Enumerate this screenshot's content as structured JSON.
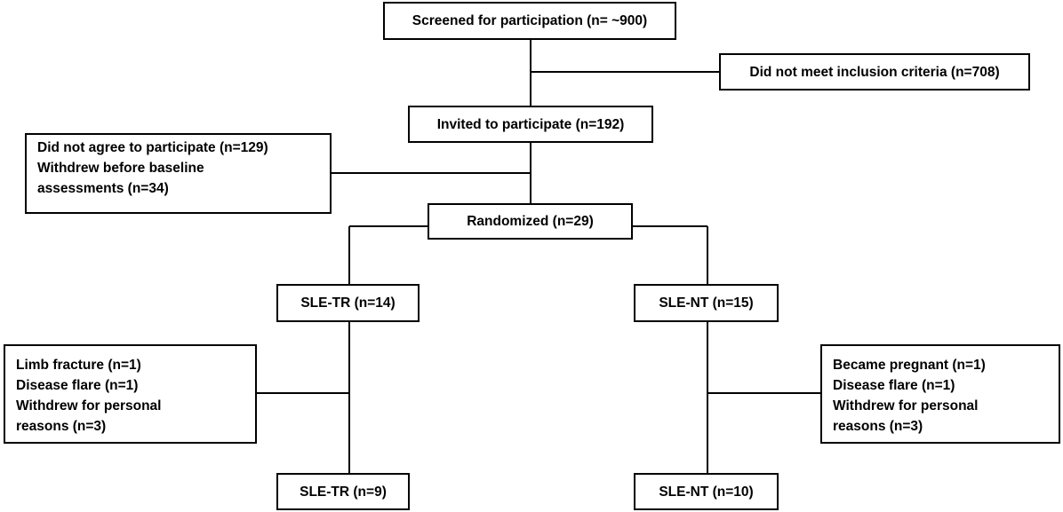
{
  "flowchart": {
    "screened": "Screened for participation (n= ~900)",
    "excluded": "Did not meet inclusion criteria (n=708)",
    "invited": "Invited to participate (n=192)",
    "declined": {
      "lines": [
        "Did not agree to participate (n=129)",
        "Withdrew before baseline",
        "assessments (n=34)"
      ]
    },
    "randomized": "Randomized (n=29)",
    "arm_tr": {
      "allocated": "SLE-TR (n=14)",
      "lost": {
        "lines": [
          "Limb fracture (n=1)",
          "Disease flare (n=1)",
          "Withdrew for personal",
          "reasons (n=3)"
        ]
      },
      "completed": "SLE-TR (n=9)"
    },
    "arm_nt": {
      "allocated": "SLE-NT (n=15)",
      "lost": {
        "lines": [
          "Became pregnant (n=1)",
          "Disease flare (n=1)",
          "Withdrew for personal",
          "reasons (n=3)"
        ]
      },
      "completed": "SLE-NT (n=10)"
    }
  },
  "colors": {
    "box_border": "#000000",
    "line": "#000000",
    "text": "#000000",
    "background": "#ffffff"
  }
}
